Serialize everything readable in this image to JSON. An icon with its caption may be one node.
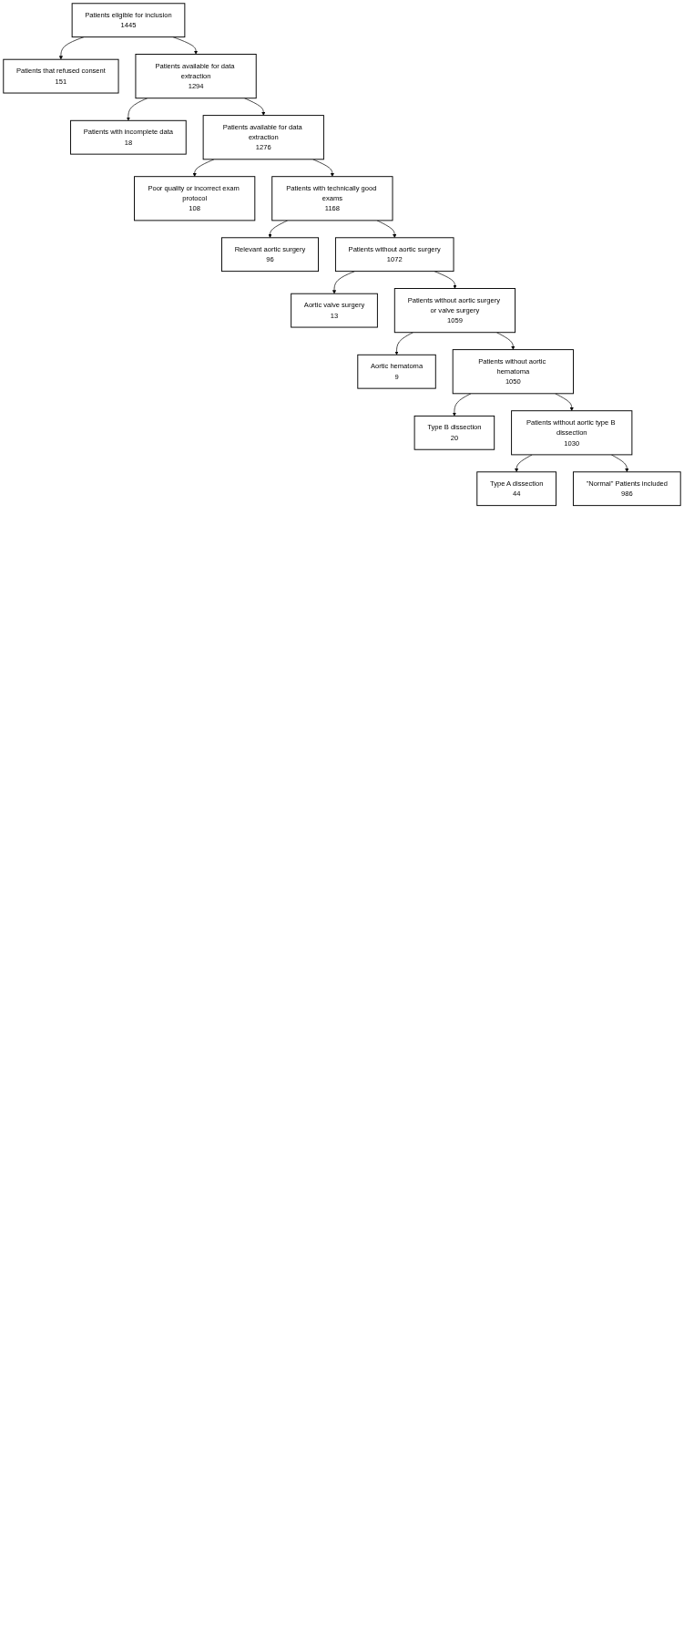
{
  "diagram": {
    "nodes": [
      {
        "text": [
          "Patients eligible for inclusion",
          "1445"
        ]
      },
      {
        "text": [
          "Patients that refused consent",
          "151"
        ]
      },
      {
        "text": [
          "Patients available for data extraction",
          "1294"
        ]
      },
      {
        "text": [
          "Patients with incomplete data",
          "18"
        ]
      },
      {
        "text": [
          "Patients available for data extraction",
          "1276"
        ]
      },
      {
        "text": [
          "Poor quality or incorrect exam protocol",
          "108"
        ]
      },
      {
        "text": [
          "Patients with technically good exams",
          "1168"
        ]
      },
      {
        "text": [
          "Relevant aortic surgery",
          "96"
        ]
      },
      {
        "text": [
          "Patients without aortic surgery",
          "1072"
        ]
      },
      {
        "text": [
          "Aortic valve surgery",
          "13"
        ]
      },
      {
        "text": [
          "Patients without aortic surgery or valve surgery",
          "1059"
        ]
      },
      {
        "text": [
          "Aortic hematoma",
          "9"
        ]
      },
      {
        "text": [
          "Patients without aortic hematoma",
          "1050"
        ]
      },
      {
        "text": [
          "Type B dissection",
          "20"
        ]
      },
      {
        "text": [
          "Patients without aortic type B dissection",
          "1030"
        ]
      },
      {
        "text": [
          "Type A dissection",
          "44"
        ]
      },
      {
        "text": [
          "\"Normal\" Patients included",
          "986"
        ]
      }
    ],
    "edges": [
      {
        "from": 0,
        "to": 1,
        "arrow": "to"
      },
      {
        "from": 0,
        "to": 2,
        "arrow": "to"
      },
      {
        "from": 2,
        "to": 3,
        "arrow": "to"
      },
      {
        "from": 2,
        "to": 4,
        "arrow": "to"
      },
      {
        "from": 4,
        "to": 5,
        "arrow": "to"
      },
      {
        "from": 4,
        "to": 6,
        "arrow": "to"
      },
      {
        "from": 6,
        "to": 7,
        "arrow": "to"
      },
      {
        "from": 6,
        "to": 8,
        "arrow": "to"
      },
      {
        "from": 8,
        "to": 9,
        "arrow": "to"
      },
      {
        "from": 8,
        "to": 10,
        "arrow": "to"
      },
      {
        "from": 10,
        "to": 11,
        "arrow": "to"
      },
      {
        "from": 10,
        "to": 12,
        "arrow": "to"
      },
      {
        "from": 12,
        "to": 13,
        "arrow": "to"
      },
      {
        "from": 12,
        "to": 14,
        "arrow": "to"
      },
      {
        "from": 14,
        "to": 15,
        "arrow": "to"
      },
      {
        "from": 14,
        "to": 16,
        "arrow": "to"
      }
    ]
  }
}
